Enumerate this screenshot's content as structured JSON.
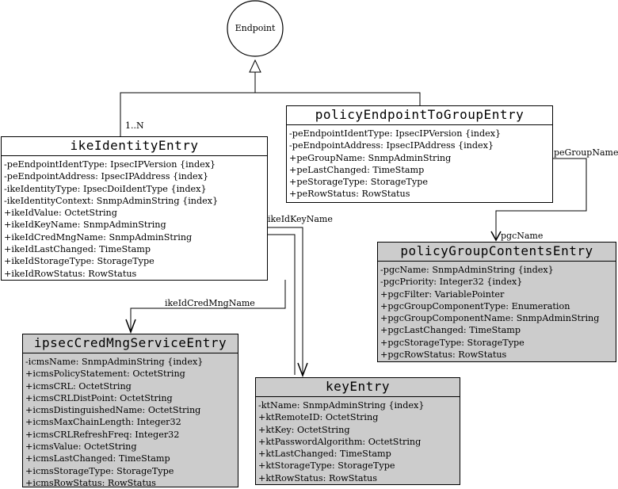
{
  "endpoint": {
    "label": "Endpoint"
  },
  "classes": {
    "ike_identity_entry": {
      "title": "ikeIdentityEntry",
      "attributes": [
        "-peEndpointIdentType: IpsecIPVersion {index}",
        "-peEndpointAddress: IpsecIPAddress {index}",
        "-ikeIdentityType: IpsecDoiIdentType {index}",
        "-ikeIdentityContext: SnmpAdminString {index}",
        "+ikeIdValue: OctetString",
        "+ikeIdKeyName: SnmpAdminString",
        "+ikeIdCredMngName: SnmpAdminString",
        "+ikeIdLastChanged: TimeStamp",
        "+ikeIdStorageType: StorageType",
        "+ikeIdRowStatus: RowStatus"
      ]
    },
    "policy_endpoint_to_group_entry": {
      "title": "policyEndpointToGroupEntry",
      "attributes": [
        "-peEndpointIdentType: IpsecIPVersion {index}",
        "-peEndpointAddress: IpsecIPAddress {index}",
        "+peGroupName: SnmpAdminString",
        "+peLastChanged: TimeStamp",
        "+peStorageType: StorageType",
        "+peRowStatus: RowStatus"
      ]
    },
    "policy_group_contents_entry": {
      "title": "policyGroupContentsEntry",
      "attributes": [
        "-pgcName: SnmpAdminString {index}",
        "-pgcPriority: Integer32 {index}",
        "+pgcFilter: VariablePointer",
        "+pgcGroupComponentType: Enumeration",
        "+pgcGroupComponentName: SnmpAdminString",
        "+pgcLastChanged: TimeStamp",
        "+pgcStorageType: StorageType",
        "+pgcRowStatus: RowStatus"
      ]
    },
    "ipsec_cred_mng_service_entry": {
      "title": "ipsecCredMngServiceEntry",
      "attributes": [
        "-icmsName: SnmpAdminString {index}",
        "+icmsPolicyStatement: OctetString",
        "+icmsCRL: OctetString",
        "+icmsCRLDistPoint: OctetString",
        "+icmsDistinguishedName: OctetString",
        "+icmsMaxChainLength: Integer32",
        "+icmsCRLRefreshFreq: Integer32",
        "+icmsValue: OctetString",
        "+icmsLastChanged: TimeStamp",
        "+icmsStorageType: StorageType",
        "+icmsRowStatus: RowStatus"
      ]
    },
    "key_entry": {
      "title": "keyEntry",
      "attributes": [
        "-ktName: SnmpAdminString {index}",
        "+ktRemoteID: OctetString",
        "+ktKey: OctetString",
        "+ktPasswordAlgorithm: OctetString",
        "+ktLastChanged: TimeStamp",
        "+ktStorageType: StorageType",
        "+ktRowStatus: RowStatus"
      ]
    }
  },
  "connectors": {
    "multiplicity": "1..N",
    "pe_group_name": "peGroupName",
    "pgc_name": "pgcName",
    "ike_id_key_name": "ikeIdKeyName",
    "ike_id_cred_mng_name": "ikeIdCredMngName"
  },
  "colors": {
    "line": "#000000",
    "gray_box": "#cccccc",
    "white_box": "#ffffff"
  }
}
